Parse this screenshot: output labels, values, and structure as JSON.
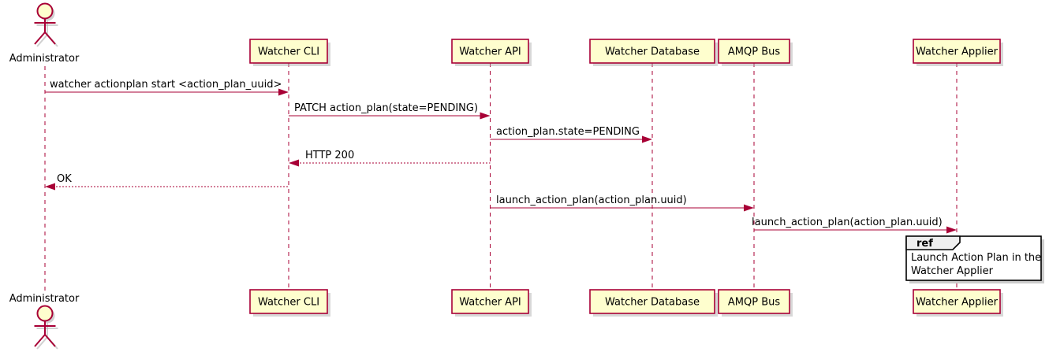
{
  "diagram": {
    "type": "uml-sequence",
    "actor": {
      "label": "Administrator"
    },
    "participants": [
      {
        "label": "Watcher CLI"
      },
      {
        "label": "Watcher API"
      },
      {
        "label": "Watcher Database"
      },
      {
        "label": "AMQP Bus"
      },
      {
        "label": "Watcher Applier"
      }
    ],
    "messages": [
      {
        "from": "Administrator",
        "to": "Watcher CLI",
        "line": "solid",
        "label": "watcher actionplan start <action_plan_uuid>"
      },
      {
        "from": "Watcher CLI",
        "to": "Watcher API",
        "line": "solid",
        "label": "PATCH action_plan(state=PENDING)"
      },
      {
        "from": "Watcher API",
        "to": "Watcher Database",
        "line": "solid",
        "label": "action_plan.state=PENDING"
      },
      {
        "from": "Watcher API",
        "to": "Watcher CLI",
        "line": "dashed",
        "label": "HTTP 200"
      },
      {
        "from": "Watcher CLI",
        "to": "Administrator",
        "line": "dashed",
        "label": "OK"
      },
      {
        "from": "Watcher API",
        "to": "AMQP Bus",
        "line": "solid",
        "label": "launch_action_plan(action_plan.uuid)"
      },
      {
        "from": "AMQP Bus",
        "to": "Watcher Applier",
        "line": "solid",
        "label": "launch_action_plan(action_plan.uuid)"
      }
    ],
    "ref": {
      "keyword": "ref",
      "over": "Watcher Applier",
      "line1": "Launch Action Plan in the",
      "line2": "Watcher Applier"
    },
    "colors": {
      "participant_fill": "#FEFECE",
      "participant_border": "#A80036",
      "arrow": "#A80036",
      "lifeline": "#A80036",
      "text": "#000000",
      "ref_border": "#000000",
      "ref_header_fill": "#EEEEEE",
      "shadow": "#A8A8A8",
      "background": "#FFFFFF"
    }
  }
}
